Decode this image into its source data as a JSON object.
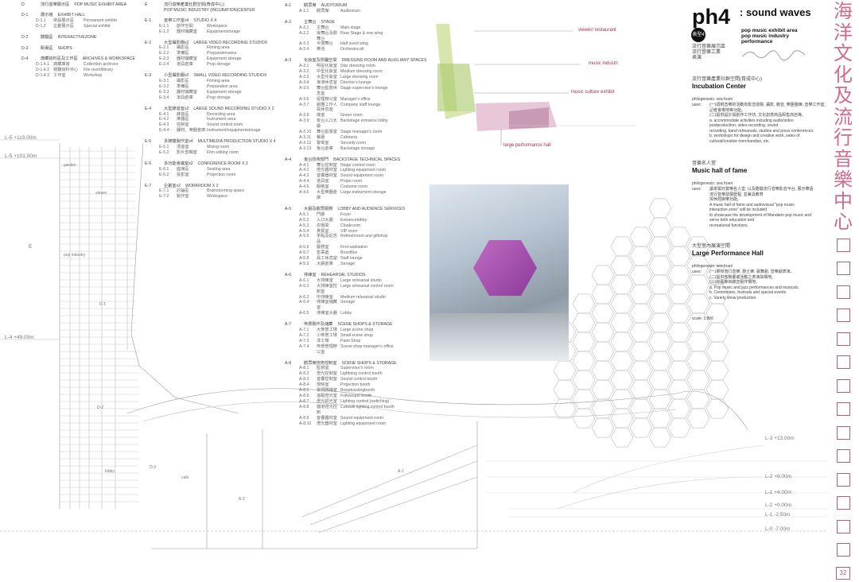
{
  "legend_d": {
    "code": "D",
    "zh": "流行音樂展示區",
    "en": "POP MUSIC EXHIBIT AREA",
    "sections": [
      {
        "code": "D-1",
        "zh": "展示館",
        "en": "EXHIBIT HALL",
        "items": [
          {
            "c": "D-1.1",
            "z": "常設展示區",
            "e": "Permanent exhibit"
          },
          {
            "c": "D-1.2",
            "z": "企劃展示區",
            "e": "Special exhibit"
          }
        ]
      },
      {
        "code": "D-2",
        "zh": "體驗區",
        "en": "INTERACTIVEZONE",
        "items": []
      },
      {
        "code": "D-3",
        "zh": "販賣區",
        "en": "SHOPS",
        "items": []
      },
      {
        "code": "D-4",
        "zh": "典藏資料區及工作區",
        "en": "ARCHIVES & WORKSPACE",
        "items": [
          {
            "c": "D-1.4.1",
            "z": "典藏庫房",
            "e": "Collection archives"
          },
          {
            "c": "D-1.4.2",
            "z": "視聽資料中心",
            "e": "File room/library"
          },
          {
            "c": "D-1.4.3",
            "z": "工作室",
            "e": "Workshop"
          }
        ]
      }
    ]
  },
  "legend_e": {
    "code": "E",
    "zh": "流行音樂產業社群空間(育成中心)",
    "en": "POP MUSIC INDUSTRY (INCUBATION)CENTER",
    "sections": [
      {
        "code": "E-1",
        "zh": "音樂工作室x4",
        "en": "STUDIO X 4",
        "items": [
          {
            "c": "E-1.1",
            "z": "創作空間",
            "e": "Workspace"
          },
          {
            "c": "E-1.2",
            "z": "器材儲藏室",
            "e": "Equipmentstorage"
          }
        ]
      },
      {
        "code": "E-2",
        "zh": "大型攝影棚x2",
        "en": "LARGE VIDEO RECORDING STUDIOX",
        "items": [
          {
            "c": "E-2.1",
            "z": "攝影區",
            "e": "Filming area"
          },
          {
            "c": "E-2.2",
            "z": "準備區",
            "e": "Preparationarea"
          },
          {
            "c": "E-2.3",
            "z": "器材儲藏室",
            "e": "Equipment storage"
          },
          {
            "c": "E-2.4",
            "z": "道具倉庫",
            "e": "Prop storage"
          }
        ]
      },
      {
        "code": "E-3",
        "zh": "小型攝影棚x2",
        "en": "SMALL VIDEO RECORDING STUDIOX",
        "items": [
          {
            "c": "E-3.1",
            "z": "攝影區",
            "e": "Filming area"
          },
          {
            "c": "E-3.2",
            "z": "準備區",
            "e": "Preparation area"
          },
          {
            "c": "E-3.3",
            "z": "器材儲藏室",
            "e": "Equipment storage"
          },
          {
            "c": "E-3.4",
            "z": "道具倉庫",
            "e": "Prop storage"
          }
        ]
      },
      {
        "code": "E-4",
        "zh": "大型錄音室x2",
        "en": "LARGE SOUND  RECORDING STUDIO X 2",
        "items": [
          {
            "c": "E-4.1",
            "z": "錄音區",
            "e": "Recording area"
          },
          {
            "c": "E-4.2",
            "z": "樂器區",
            "e": "Instrument area"
          },
          {
            "c": "E-4.3",
            "z": "控制室",
            "e": "Sound control room"
          },
          {
            "c": "E-4.4",
            "z": "器材、樂器倉庫",
            "e": "Instrument/equipmentstorage"
          }
        ]
      },
      {
        "code": "E-5",
        "zh": "多媒體製作室x4",
        "en": "MULTIMEDIA  PRODUCTION STUDIO X 4",
        "items": [
          {
            "c": "E-5.1",
            "z": "混音室",
            "e": "Mixing room"
          },
          {
            "c": "E-5.2",
            "z": "影片剪輯室",
            "e": "Film editing room"
          }
        ]
      },
      {
        "code": "E-6",
        "zh": "多功能會議室x2",
        "en": "CONFERENCE ROOM X 2",
        "items": [
          {
            "c": "E-6.1",
            "z": "座席區",
            "e": "Seating area"
          },
          {
            "c": "E-6.2",
            "z": "投影室",
            "e": "Projection room"
          }
        ]
      },
      {
        "code": "E-7",
        "zh": "企劃室x2",
        "en": "WORKROOM X 2",
        "items": [
          {
            "c": "E-7.1",
            "z": "討論區",
            "e": "Brainstorming space"
          },
          {
            "c": "E-7.2",
            "z": "製作室",
            "e": "Workspace"
          }
        ]
      }
    ]
  },
  "legend_a": {
    "sections": [
      {
        "code": "A-1",
        "zh": "觀眾席",
        "en": "AUDITORIUM",
        "items": [
          {
            "c": "A-1.1",
            "z": "觀眾席",
            "e": "Auditorium"
          }
        ]
      },
      {
        "code": "A-2",
        "zh": "主舞台",
        "en": "STAGE",
        "items": [
          {
            "c": "A-2.1",
            "z": "主舞台",
            "e": "Main stage"
          },
          {
            "c": "A-2.2",
            "z": "後舞台及側舞台",
            "e": "Rear Stage & one wing"
          },
          {
            "c": "A-2.3",
            "z": "半側舞台",
            "e": "Half sized wing"
          },
          {
            "c": "A-2.4",
            "z": "樂池",
            "e": "Orchestra pit"
          }
        ]
      },
      {
        "code": "A-3",
        "zh": "化妝室及附屬空間",
        "en": "DRESSING ROOM AND AUXILIARY SPACES",
        "items": [
          {
            "c": "A-3.1",
            "z": "明星化妝室",
            "e": "Star dressing room"
          },
          {
            "c": "A-3.2",
            "z": "中型化妝室",
            "e": "Medium dressing room"
          },
          {
            "c": "A-3.3",
            "z": "大型化妝室",
            "e": "Large dressing room"
          },
          {
            "c": "A-3.4",
            "z": "導演休息室",
            "e": "Director's lounge"
          },
          {
            "c": "A-3.5",
            "z": "舞台監督休息室",
            "e": "Stage supervisor's lounge"
          },
          {
            "c": "A-3.6",
            "z": "經理辦公室",
            "e": "Manager's office"
          },
          {
            "c": "A-3.7",
            "z": "劇團工作人員休息室",
            "e": "Company staff lounge"
          },
          {
            "c": "A-3.8",
            "z": "綠室",
            "e": "Green room"
          },
          {
            "c": "A-3.9",
            "z": "後台入口大廳",
            "e": "Backstage entrance lobby"
          },
          {
            "c": "A-3.10",
            "z": "舞台監督室",
            "e": "Stage manager's room"
          },
          {
            "c": "A-3.11",
            "z": "餐廳",
            "e": "Cafeteria"
          },
          {
            "c": "A-3.12",
            "z": "警衛室",
            "e": "Security room"
          },
          {
            "c": "A-3.13",
            "z": "後台倉庫",
            "e": "Backstage storage"
          }
        ]
      },
      {
        "code": "A-4",
        "zh": "後台技術部門",
        "en": "BACKSTAGE TECHNICAL SPACES",
        "items": [
          {
            "c": "A-4.1",
            "z": "舞台控制室",
            "e": "Stage control room"
          },
          {
            "c": "A-4.2",
            "z": "燈光器材室",
            "e": "Lighting equipment room"
          },
          {
            "c": "A-4.3",
            "z": "音響器材室",
            "e": "Sound equipment room"
          },
          {
            "c": "A-4.4",
            "z": "道具室",
            "e": "Prope room"
          },
          {
            "c": "A-4.5",
            "z": "服裝室",
            "e": "Costume room"
          },
          {
            "c": "A-4.6",
            "z": "大型樂器倉庫",
            "e": "Large instrument storage"
          }
        ]
      },
      {
        "code": "A-5",
        "zh": "大廳及觀眾服務",
        "en": "LOBBY AND AUDIENCE SERVICES",
        "items": [
          {
            "c": "A-5.1",
            "z": "門廳",
            "e": "Foyer"
          },
          {
            "c": "A-5.2",
            "z": "入口大廳",
            "e": "Entrancelobby"
          },
          {
            "c": "A-5.3",
            "z": "衣帽間",
            "e": "Cloakroom"
          },
          {
            "c": "A-5.4",
            "z": "貴賓室",
            "e": "VIP room"
          },
          {
            "c": "A-5.5",
            "z": "茶點及紀念品",
            "e": "Refreshment and giftshop"
          },
          {
            "c": "A-5.6",
            "z": "醫務室",
            "e": "First-aidstation"
          },
          {
            "c": "A-5.7",
            "z": "售票處",
            "e": "Boxoffice"
          },
          {
            "c": "A-5.8",
            "z": "員工休息室",
            "e": "Staff lounge"
          },
          {
            "c": "A-5.9",
            "z": "大廳倉庫",
            "e": "Storage"
          }
        ]
      },
      {
        "code": "A-6",
        "zh": "排練室",
        "en": "REHEARSAL STUDIOS",
        "items": [
          {
            "c": "A-6.1",
            "z": "大排練室",
            "e": "Large rehearsal studio"
          },
          {
            "c": "A-6.2",
            "z": "大排練室控制室",
            "e": "Large rehearsal control room"
          },
          {
            "c": "A-6.3",
            "z": "中排練室",
            "e": "Medium rehearsal studio"
          },
          {
            "c": "A-6.4",
            "z": "排練室儲藏室",
            "e": "Storage"
          },
          {
            "c": "A-6.5",
            "z": "排練室大廳",
            "e": "Lobby"
          }
        ]
      },
      {
        "code": "A-7",
        "zh": "佈景製作及儲藏",
        "en": "SCENE SHOPS & STORAGE",
        "items": [
          {
            "c": "A-7.1",
            "z": "大佈景工場",
            "e": "Large scene shop"
          },
          {
            "c": "A-7.2",
            "z": "小佈景工場",
            "e": "Small scene shop"
          },
          {
            "c": "A-7.3",
            "z": "漆工場",
            "e": "Paint Shop"
          },
          {
            "c": "A-7.4",
            "z": "佈景管理辦公室",
            "e": "Scene shop manager's office"
          }
        ]
      },
      {
        "code": "A-8",
        "zh": "觀眾席技術控制室",
        "en": "SCENE SHOPS & STORAGE",
        "items": [
          {
            "c": "A-8.1",
            "z": "監督室",
            "e": "Supervisor's room"
          },
          {
            "c": "A-8.2",
            "z": "燈光控制室",
            "e": "Lightning control booth"
          },
          {
            "c": "A-8.3",
            "z": "音響控制室",
            "e": "Sound control booth"
          },
          {
            "c": "A-8.4",
            "z": "放映室",
            "e": "Projection booth"
          },
          {
            "c": "A-8.5",
            "z": "電視轉播室",
            "e": "Broadcastingbooth"
          },
          {
            "c": "A-8.6",
            "z": "追蹤燈光室",
            "e": "Followspot booth"
          },
          {
            "c": "A-8.7",
            "z": "燈光調光室",
            "e": "Lighting control (switching)"
          },
          {
            "c": "A-8.8",
            "z": "貓道燈光控制",
            "e": "Catwalk lighting control booth"
          },
          {
            "c": "A-8.9",
            "z": "音響器材室",
            "e": "Sound equipment room"
          },
          {
            "c": "A-8.10",
            "z": "燈光器材室",
            "e": "Lighting equipment room"
          }
        ]
      }
    ]
  },
  "program_labels": [
    "viewer/ restaurant",
    "music industri",
    "music culture exhibit",
    "large performance hall"
  ],
  "header": {
    "title": "ph4",
    "subtitle": ": sound waves",
    "badge": "表型4",
    "zh_lines": [
      "流行音樂展示區",
      "流行音樂工業",
      "表演"
    ],
    "en_lines": [
      "pop music exhibit area",
      "pop music industry",
      "performance"
    ],
    "signature": "signature"
  },
  "blocks": [
    {
      "zh": "流行音樂產業社群空間(育成中心)",
      "en": "Incubation Center",
      "phil": "philogenesis: sea foam",
      "uses_label": "uses:",
      "lines": [
        "(一)調劑音樂的活動有影音發製, 攝影, 錄音, 樂團團練, 音樂工作室, 記者會場地等功能。",
        "(二)提供設計與創作工作坊, 文化創意商品販售商店等。",
        "a. accommodate activities including audio/video",
        "postproduction, video recording, sound",
        "recording, band rehearsals, studios and press conferences.",
        "b. workshops for design and creative work, sales of",
        "cultural/creative merchandise, etc."
      ]
    },
    {
      "zh": "音樂名人堂",
      "en": "Music hall of fame",
      "phil": "philogenesis: sea foam",
      "uses_label": "uses:",
      "lines": [
        "讓來賓欣賞樂名人堂, 以及體驗流行音樂影音平台, 展示華語",
        "流行音樂發展歷程, 並兼具教育",
        "與休閒娛樂功能。",
        "A music hall of fame and audiovisual \"pop music",
        "interactive zone\" will be included",
        "to showcase the development of Mandarin pop music and",
        "serve both education and",
        "recreational functions."
      ]
    },
    {
      "zh": "大型室內展演空間",
      "en": "Large Performance Hall",
      "phil": "philogenesis: sea foam",
      "uses_label": "uses:",
      "lines": [
        "(一)舉辦流行音樂, 爵士樂, 歌舞劇, 音樂劇表演。",
        "(二)提供各節慶或活動之表演與場地。",
        "(三)綜藝節目錄音製作場地。",
        "a. Pop music and jazz performances and musicals.",
        "b. Ceremonies, festivals and special events.",
        "c. Variety show production."
      ]
    }
  ],
  "scale": "scale: 1:800",
  "left_levels": [
    "L-5 +113.00m",
    "L-5 +101.00m",
    "E",
    "L-4 +49.00m"
  ],
  "right_levels": [
    "L-3 +13.00m",
    "L-2 +8.00m",
    "L-1 +4.00m",
    "L-2 +0.00m",
    "L-1 -2.50m",
    "L-0 -7.00m"
  ],
  "section_labels": [
    "garden",
    "viewer",
    "pop industry",
    "D-1",
    "D-2",
    "D-3",
    "lobby",
    "A-1",
    "A-2",
    "cafe"
  ],
  "vertical_title": [
    "海",
    "洋",
    "文",
    "化",
    "及",
    "流",
    "行",
    "音",
    "樂",
    "中",
    "心"
  ],
  "placeholder_boxes": 14,
  "page_number": "32",
  "colors": {
    "accent": "#d06a90",
    "tower_green": "#a8c86a",
    "hall_pink": "#e8c8d8"
  }
}
